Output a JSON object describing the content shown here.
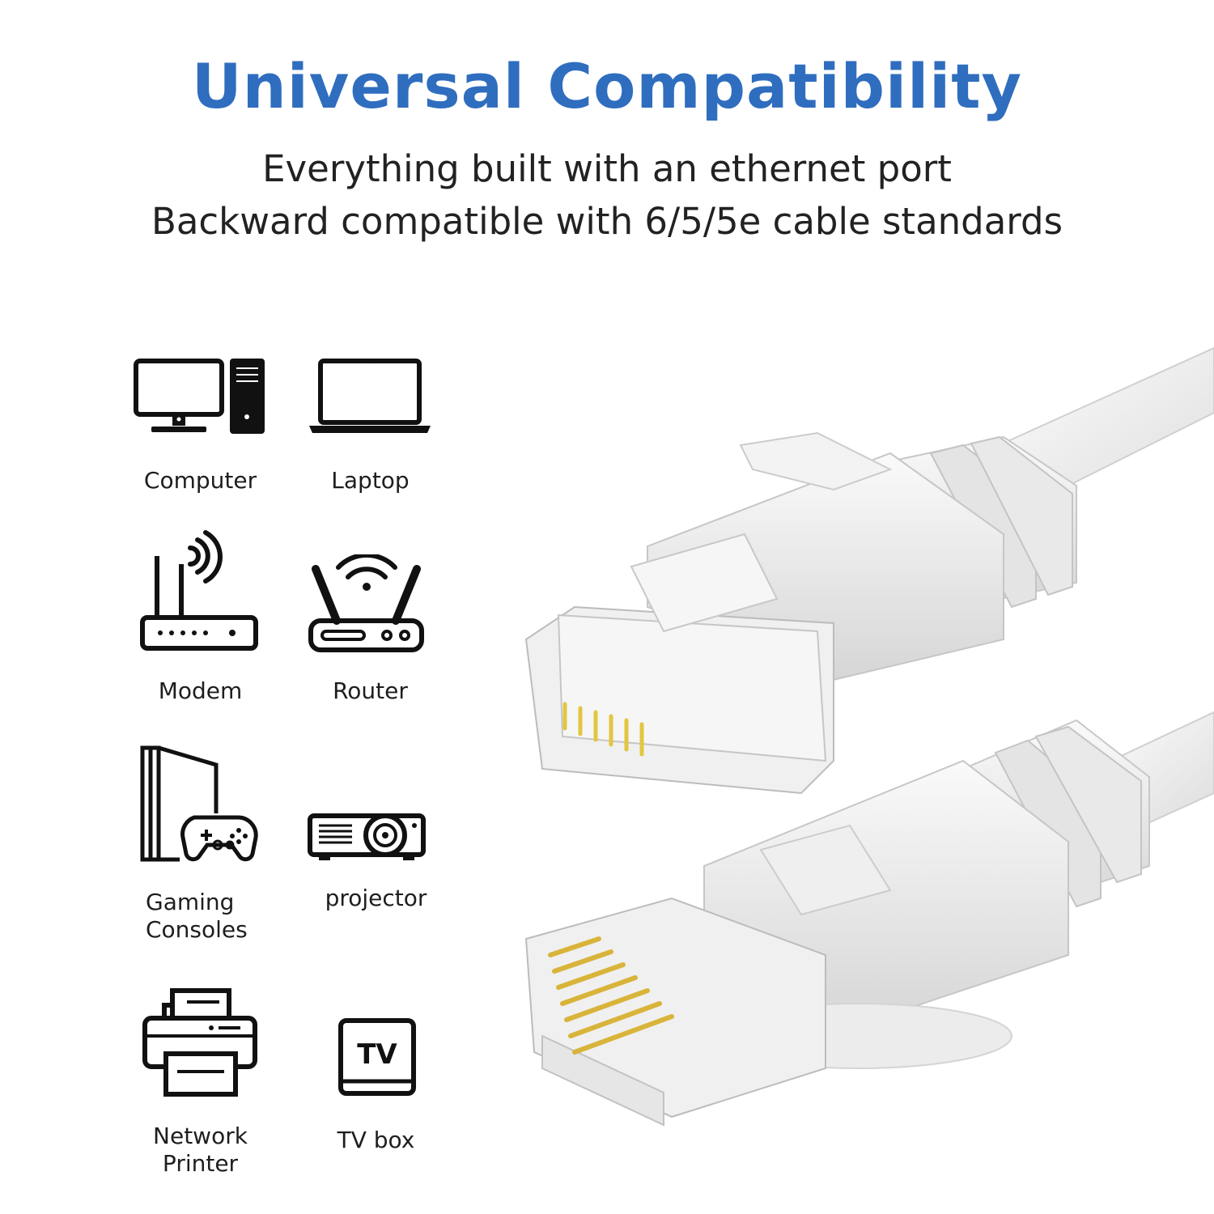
{
  "header": {
    "title": "Universal Compatibility",
    "subtitle_line1": "Everything built with an ethernet port",
    "subtitle_line2": "Backward compatible with 6/5/5e cable standards"
  },
  "devices": [
    {
      "label": "Computer",
      "icon": "desktop-computer-icon"
    },
    {
      "label": "Laptop",
      "icon": "laptop-icon"
    },
    {
      "label": "Modem",
      "icon": "modem-icon"
    },
    {
      "label": "Router",
      "icon": "router-icon"
    },
    {
      "label": "Gaming\nConsoles",
      "icon": "game-console-icon"
    },
    {
      "label": "projector",
      "icon": "projector-icon"
    },
    {
      "label": "Network\nPrinter",
      "icon": "printer-icon"
    },
    {
      "label": "TV box",
      "icon": "tv-box-icon"
    }
  ],
  "tv_icon_text": "TV",
  "colors": {
    "title": "#2f6dbf",
    "text": "#1e1e1e",
    "cable": "#f2f2f2"
  }
}
